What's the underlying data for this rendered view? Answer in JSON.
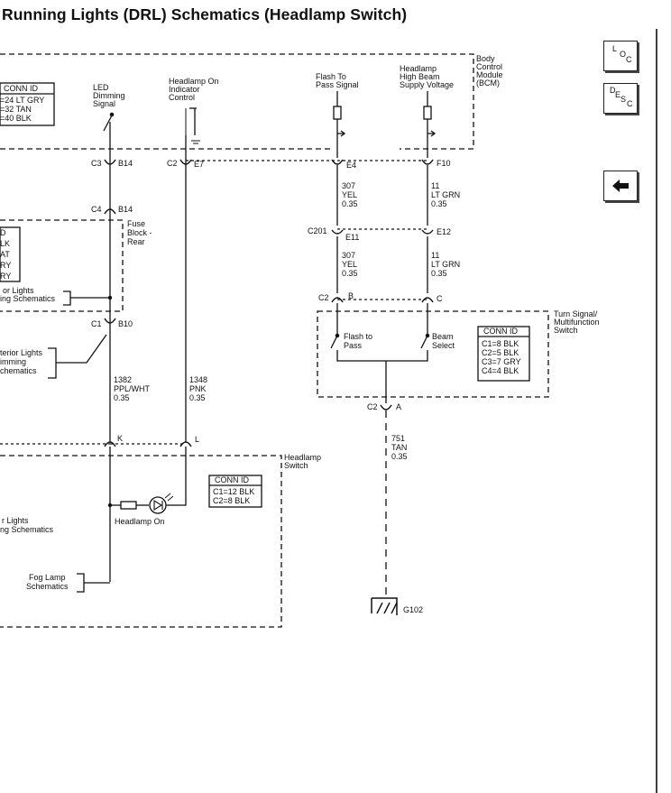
{
  "title": "Running Lights (DRL) Schematics (Headlamp Switch)",
  "nav": {
    "loc": [
      "L",
      "O",
      "C"
    ],
    "desc": [
      "D",
      "E",
      "S",
      "C"
    ]
  },
  "bcm": {
    "label": [
      "Body",
      "Control",
      "Module",
      "(BCM)"
    ]
  },
  "bcm_conn": {
    "header": "CONN ID",
    "rows": [
      "=24 LT GRY",
      "=32 TAN",
      "=40 BLK"
    ]
  },
  "signals": {
    "led_dim": [
      "LED",
      "Dimming",
      "Signal"
    ],
    "headlamp_on_ind": [
      "Headlamp On",
      "Indicator",
      "Control"
    ],
    "flash_pass": [
      "Flash To",
      "Pass Signal"
    ],
    "high_beam": [
      "Headlamp",
      "High Beam",
      "Supply Voltage"
    ]
  },
  "connectors": {
    "c3": "C3",
    "b14a": "B14",
    "c2a": "C2",
    "e7": "E7",
    "e4": "E4",
    "f10": "F10",
    "c4": "C4",
    "b14b": "B14",
    "c201": "C201",
    "e11": "E11",
    "e12": "E12",
    "c2b": "C2",
    "b": "B",
    "c": "C",
    "c1": "C1",
    "b10": "B10",
    "c2c": "C2",
    "a": "A",
    "k": "K",
    "l": "L"
  },
  "fuse_block": [
    "Fuse",
    "Block -",
    "Rear"
  ],
  "fuse_conn_rows": [
    "D",
    "LK",
    "AT",
    "RY",
    "RY"
  ],
  "wires": {
    "w307a": [
      "307",
      "YEL",
      "0.35"
    ],
    "w11a": [
      "11",
      "LT GRN",
      "0.35"
    ],
    "w307b": [
      "307",
      "YEL",
      "0.35"
    ],
    "w11b": [
      "11",
      "LT GRN",
      "0.35"
    ],
    "w1382": [
      "1382",
      "PPL/WHT",
      "0.35"
    ],
    "w1348": [
      "1348",
      "PNK",
      "0.35"
    ],
    "w751": [
      "751",
      "TAN",
      "0.35"
    ]
  },
  "refs": {
    "ext_lights": [
      "or Lights",
      "ing Schematics"
    ],
    "int_dim": [
      "terior Lights",
      "imming",
      "chematics"
    ],
    "ext_lights2": [
      "r Lights",
      "ng Schematics"
    ],
    "fog": [
      "Fog Lamp",
      "Schematics"
    ]
  },
  "turn_signal": {
    "label": [
      "Turn Signal/",
      "Multifunction",
      "Switch"
    ],
    "flash": [
      "Flash to",
      "Pass"
    ],
    "beam": [
      "Beam",
      "Select"
    ],
    "conn_header": "CONN ID",
    "conn_rows": [
      "C1=8 BLK",
      "C2=5 BLK",
      "C3=7 GRY",
      "C4=4 BLK"
    ]
  },
  "headlamp_switch": {
    "label": [
      "Headlamp",
      "Switch"
    ],
    "conn_header": "CONN ID",
    "conn_rows": [
      "C1=12 BLK",
      "C2=8 BLK"
    ],
    "lamp": "Headlamp On"
  },
  "ground": "G102"
}
